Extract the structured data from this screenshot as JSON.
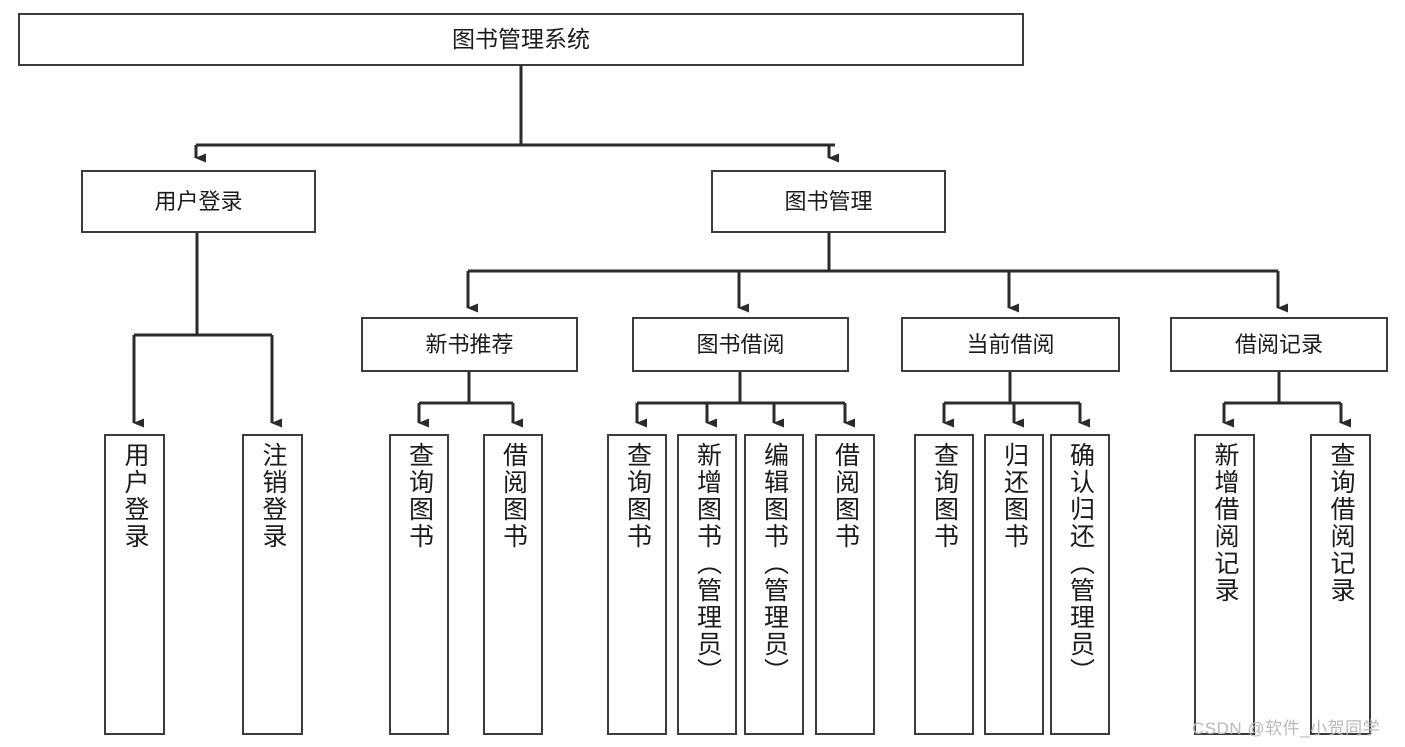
{
  "diagram": {
    "title": "图书管理系统",
    "type": "tree-hierarchy",
    "watermark": "CSDN @软件_小贺同学",
    "colors": {
      "background": "#ffffff",
      "box_border": "#3b3b3b",
      "box_fill": "#ffffff",
      "text": "#1b1b1b",
      "edge": "#2b2b2b",
      "watermark": "#b9b9b9"
    },
    "root": {
      "id": "root",
      "label": "图书管理系统"
    },
    "level2": [
      {
        "id": "user-login",
        "label": "用户登录"
      },
      {
        "id": "book-management",
        "label": "图书管理"
      }
    ],
    "level3": [
      {
        "id": "new-book-recommend",
        "label": "新书推荐",
        "parent": "book-management"
      },
      {
        "id": "book-borrow",
        "label": "图书借阅",
        "parent": "book-management"
      },
      {
        "id": "current-borrow",
        "label": "当前借阅",
        "parent": "book-management"
      },
      {
        "id": "borrow-record",
        "label": "借阅记录",
        "parent": "book-management"
      }
    ],
    "leaves": [
      {
        "id": "leaf-user-login",
        "label": "用户登录",
        "parent": "user-login"
      },
      {
        "id": "leaf-logout-login",
        "label": "注销登录",
        "parent": "user-login"
      },
      {
        "id": "leaf-query-book-1",
        "label": "查询图书",
        "parent": "new-book-recommend"
      },
      {
        "id": "leaf-borrow-book-1",
        "label": "借阅图书",
        "parent": "new-book-recommend"
      },
      {
        "id": "leaf-query-book-2",
        "label": "查询图书",
        "parent": "book-borrow"
      },
      {
        "id": "leaf-add-book",
        "label": "新增图书（管理员）",
        "parent": "book-borrow"
      },
      {
        "id": "leaf-edit-book",
        "label": "编辑图书（管理员）",
        "parent": "book-borrow"
      },
      {
        "id": "leaf-borrow-book-2",
        "label": "借阅图书",
        "parent": "book-borrow"
      },
      {
        "id": "leaf-query-book-3",
        "label": "查询图书",
        "parent": "current-borrow"
      },
      {
        "id": "leaf-return-book",
        "label": "归还图书",
        "parent": "current-borrow"
      },
      {
        "id": "leaf-confirm-return",
        "label": "确认归还（管理员）",
        "parent": "current-borrow"
      },
      {
        "id": "leaf-add-borrow-record",
        "label": "新增借阅记录",
        "parent": "borrow-record"
      },
      {
        "id": "leaf-query-borrow-record",
        "label": "查询借阅记录",
        "parent": "borrow-record"
      }
    ]
  }
}
